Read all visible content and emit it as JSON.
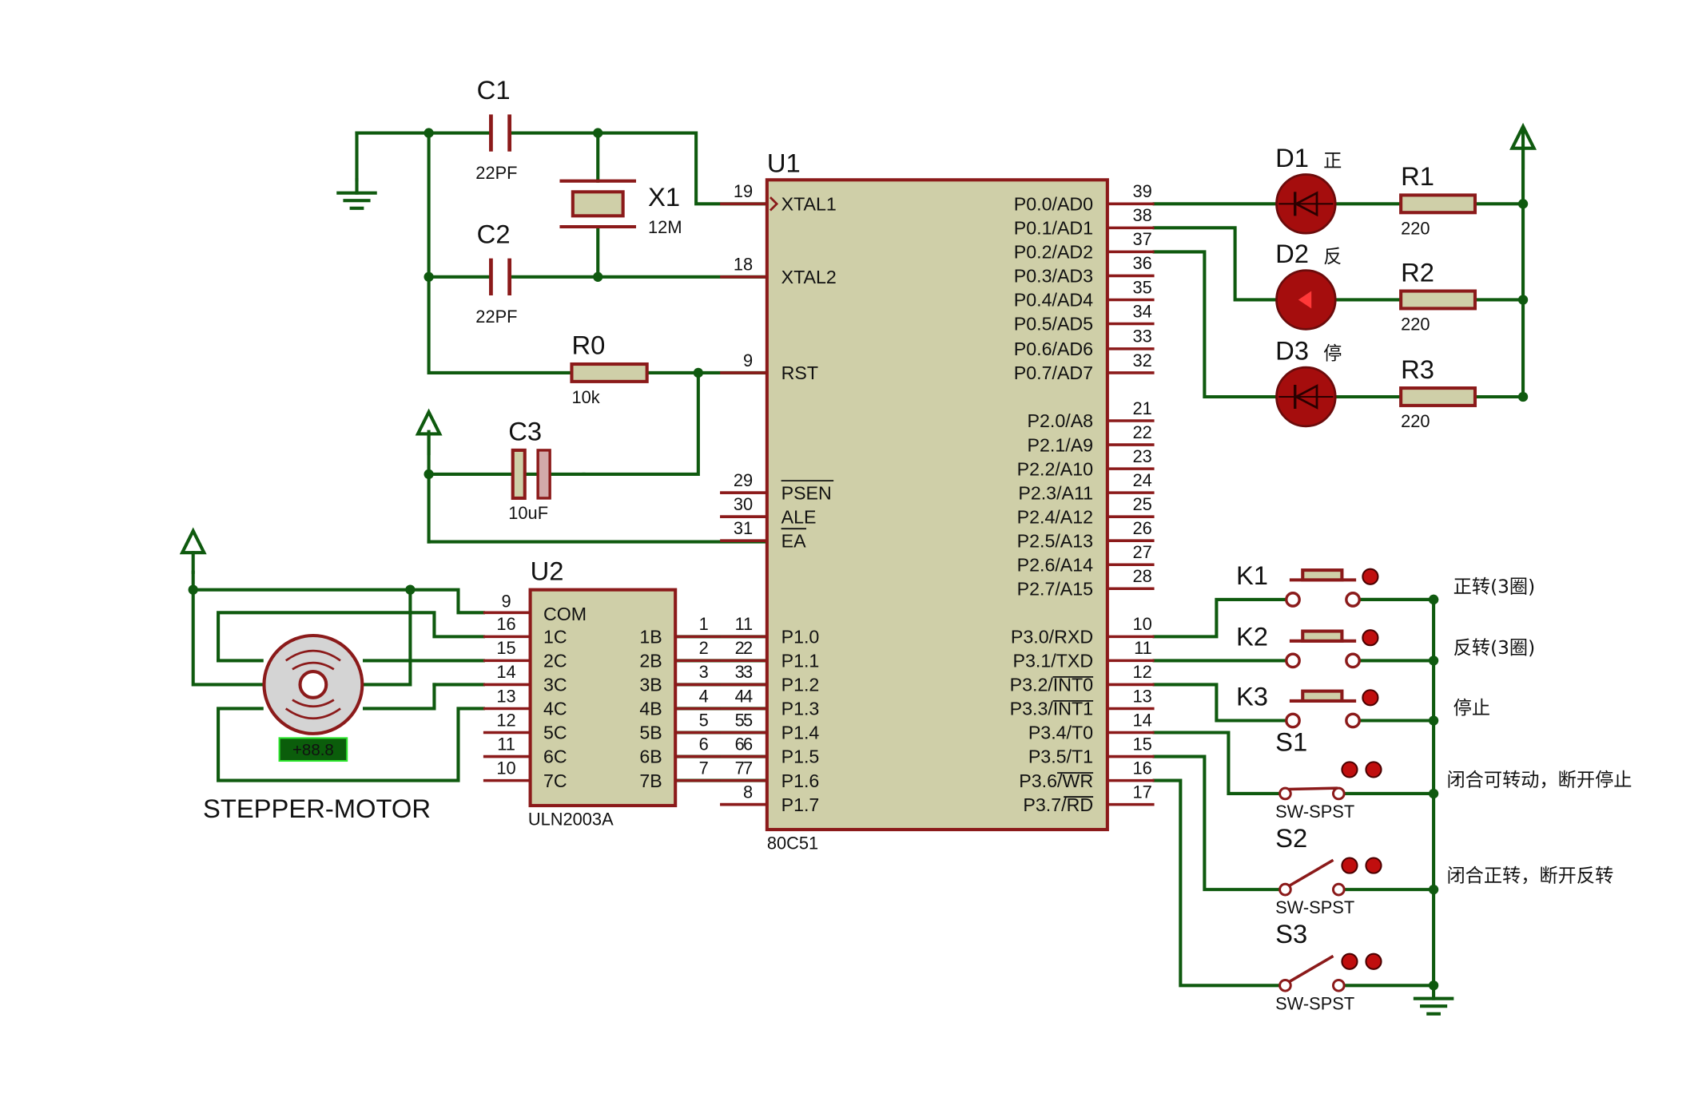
{
  "u1": {
    "ref": "U1",
    "part": "80C51",
    "left_pins": [
      {
        "num": "19",
        "name": "XTAL1"
      },
      {
        "num": "18",
        "name": "XTAL2"
      },
      {
        "num": "9",
        "name": "RST"
      },
      {
        "num": "29",
        "name": "PSEN"
      },
      {
        "num": "30",
        "name": "ALE"
      },
      {
        "num": "31",
        "name": "EA"
      },
      {
        "num": "1",
        "name": "P1.0"
      },
      {
        "num": "2",
        "name": "P1.1"
      },
      {
        "num": "3",
        "name": "P1.2"
      },
      {
        "num": "4",
        "name": "P1.3"
      },
      {
        "num": "5",
        "name": "P1.4"
      },
      {
        "num": "6",
        "name": "P1.5"
      },
      {
        "num": "7",
        "name": "P1.6"
      },
      {
        "num": "8",
        "name": "P1.7"
      }
    ],
    "right_pins": [
      {
        "num": "39",
        "name": "P0.0/AD0"
      },
      {
        "num": "38",
        "name": "P0.1/AD1"
      },
      {
        "num": "37",
        "name": "P0.2/AD2"
      },
      {
        "num": "36",
        "name": "P0.3/AD3"
      },
      {
        "num": "35",
        "name": "P0.4/AD4"
      },
      {
        "num": "34",
        "name": "P0.5/AD5"
      },
      {
        "num": "33",
        "name": "P0.6/AD6"
      },
      {
        "num": "32",
        "name": "P0.7/AD7"
      },
      {
        "num": "21",
        "name": "P2.0/A8"
      },
      {
        "num": "22",
        "name": "P2.1/A9"
      },
      {
        "num": "23",
        "name": "P2.2/A10"
      },
      {
        "num": "24",
        "name": "P2.3/A11"
      },
      {
        "num": "25",
        "name": "P2.4/A12"
      },
      {
        "num": "26",
        "name": "P2.5/A13"
      },
      {
        "num": "27",
        "name": "P2.6/A14"
      },
      {
        "num": "28",
        "name": "P2.7/A15"
      },
      {
        "num": "10",
        "name": "P3.0/RXD"
      },
      {
        "num": "11",
        "name": "P3.1/TXD"
      },
      {
        "num": "12",
        "name": "P3.2/INT0"
      },
      {
        "num": "13",
        "name": "P3.3/INT1"
      },
      {
        "num": "14",
        "name": "P3.4/T0"
      },
      {
        "num": "15",
        "name": "P3.5/T1"
      },
      {
        "num": "16",
        "name": "P3.6/WR"
      },
      {
        "num": "17",
        "name": "P3.7/RD"
      }
    ]
  },
  "u2": {
    "ref": "U2",
    "part": "ULN2003A",
    "com_label": "COM",
    "com_pin": "9",
    "inputs": [
      {
        "num": "1",
        "name": "1B"
      },
      {
        "num": "2",
        "name": "2B"
      },
      {
        "num": "3",
        "name": "3B"
      },
      {
        "num": "4",
        "name": "4B"
      },
      {
        "num": "5",
        "name": "5B"
      },
      {
        "num": "6",
        "name": "6B"
      },
      {
        "num": "7",
        "name": "7B"
      }
    ],
    "outputs": [
      {
        "num": "16",
        "name": "1C"
      },
      {
        "num": "15",
        "name": "2C"
      },
      {
        "num": "14",
        "name": "3C"
      },
      {
        "num": "13",
        "name": "4C"
      },
      {
        "num": "12",
        "name": "5C"
      },
      {
        "num": "11",
        "name": "6C"
      },
      {
        "num": "10",
        "name": "7C"
      }
    ]
  },
  "components": {
    "c1": {
      "ref": "C1",
      "value": "22PF"
    },
    "c2": {
      "ref": "C2",
      "value": "22PF"
    },
    "x1": {
      "ref": "X1",
      "value": "12M"
    },
    "r0": {
      "ref": "R0",
      "value": "10k"
    },
    "c3": {
      "ref": "C3",
      "value": "10uF"
    },
    "motor": {
      "label": "STEPPER-MOTOR",
      "display": "+88.8"
    },
    "d1": {
      "ref": "D1",
      "note": "正"
    },
    "d2": {
      "ref": "D2",
      "note": "反"
    },
    "d3": {
      "ref": "D3",
      "note": "停"
    },
    "r1": {
      "ref": "R1",
      "value": "220"
    },
    "r2": {
      "ref": "R2",
      "value": "220"
    },
    "r3": {
      "ref": "R3",
      "value": "220"
    },
    "k1": {
      "ref": "K1",
      "note": "正转(3圈)"
    },
    "k2": {
      "ref": "K2",
      "note": "反转(3圈)"
    },
    "k3": {
      "ref": "K3",
      "note": "停止"
    },
    "s1": {
      "ref": "S1",
      "type": "SW-SPST",
      "note": "闭合可转动，断开停止"
    },
    "s2": {
      "ref": "S2",
      "type": "SW-SPST",
      "note": "闭合正转，断开反转"
    },
    "s3": {
      "ref": "S3",
      "type": "SW-SPST"
    }
  },
  "colors": {
    "wire": "#0f5a0f",
    "component": "#8b1a1a",
    "ic_body": "#cfcfa8",
    "led": "#a50d0d",
    "note_text": "#b01515"
  }
}
